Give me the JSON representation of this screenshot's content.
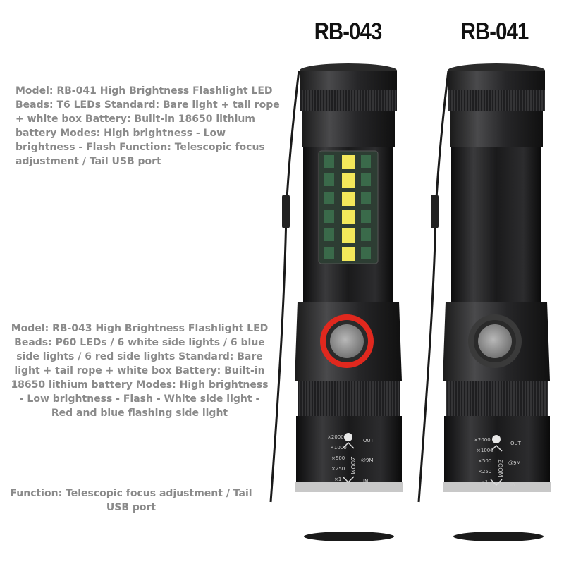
{
  "models": {
    "rb043": {
      "label": "RB-043"
    },
    "rb041": {
      "label": "RB-041"
    }
  },
  "descriptions": {
    "rb041": "Model: RB-041 High Brightness Flashlight LED Beads: T6 LEDs Standard: Bare light + tail rope + white box Battery: Built-in 18650 lithium battery Modes: High brightness - Low brightness - Flash Function: Telescopic focus adjustment / Tail USB port",
    "rb043": "Model: RB-043 High Brightness Flashlight LED Beads: P60 LEDs / 6 white side lights / 6 blue side lights / 6 red side lights Standard: Bare light + tail rope + white box Battery: Built-in 18650 lithium battery Modes: High brightness - Low brightness - Flash - White side light - Red and blue flashing side light",
    "function": "Function: Telescopic focus adjustment / Tail USB port"
  },
  "zoom_scale": {
    "left": [
      "×2000",
      "×1000",
      "×500",
      "×250",
      "×1"
    ],
    "right": [
      "OUT",
      "@9M",
      "IN"
    ],
    "center": "ZOOM"
  },
  "colors": {
    "body": "#1c1c1e",
    "button_ring_043": "#e0281e",
    "button_center": "#9a9a9a",
    "led_white": "#f2e85a",
    "led_side": "#3a6a4a",
    "description_text": "#8a8a8a"
  }
}
